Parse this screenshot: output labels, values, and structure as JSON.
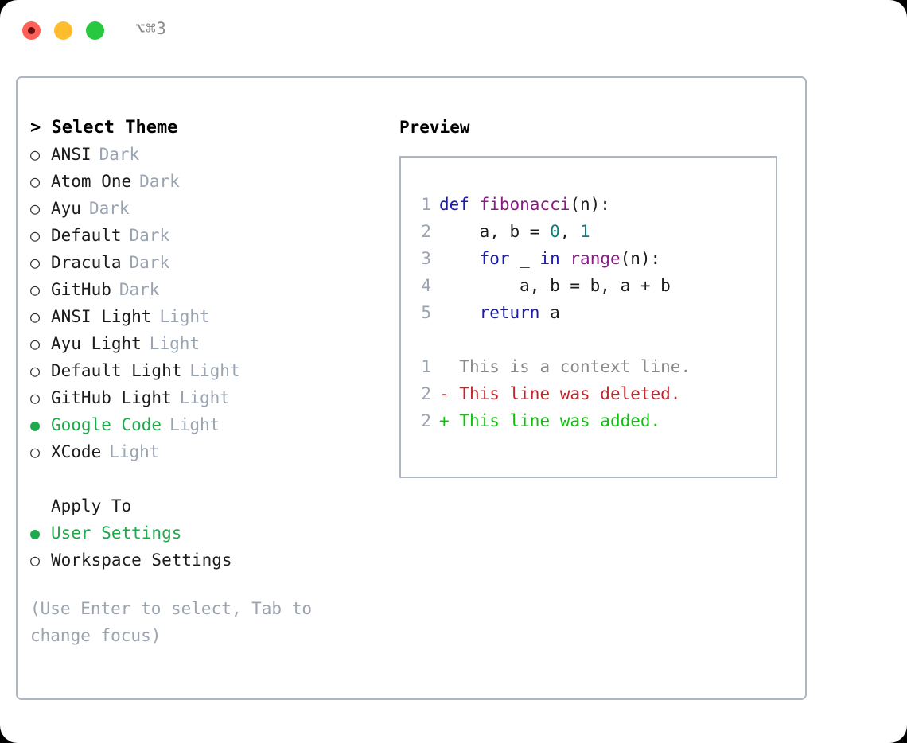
{
  "titlebar": {
    "shortcut": "⌥⌘3",
    "buttons": [
      "close",
      "minimize",
      "maximize"
    ]
  },
  "theme_picker": {
    "heading": "> Select Theme",
    "items": [
      {
        "marker": "○",
        "name": "ANSI",
        "tag": "Dark",
        "selected": false
      },
      {
        "marker": "○",
        "name": "Atom One",
        "tag": "Dark",
        "selected": false
      },
      {
        "marker": "○",
        "name": "Ayu",
        "tag": "Dark",
        "selected": false
      },
      {
        "marker": "○",
        "name": "Default",
        "tag": "Dark",
        "selected": false
      },
      {
        "marker": "○",
        "name": "Dracula",
        "tag": "Dark",
        "selected": false
      },
      {
        "marker": "○",
        "name": "GitHub",
        "tag": "Dark",
        "selected": false
      },
      {
        "marker": "○",
        "name": "ANSI Light",
        "tag": "Light",
        "selected": false
      },
      {
        "marker": "○",
        "name": "Ayu Light",
        "tag": "Light",
        "selected": false
      },
      {
        "marker": "○",
        "name": "Default Light",
        "tag": "Light",
        "selected": false
      },
      {
        "marker": "○",
        "name": "GitHub Light",
        "tag": "Light",
        "selected": false
      },
      {
        "marker": "●",
        "name": "Google Code",
        "tag": "Light",
        "selected": true
      },
      {
        "marker": "○",
        "name": "XCode",
        "tag": "Light",
        "selected": false
      }
    ]
  },
  "apply_to": {
    "heading": "Apply To",
    "items": [
      {
        "marker": "●",
        "name": "User Settings",
        "selected": true
      },
      {
        "marker": "○",
        "name": "Workspace Settings",
        "selected": false
      }
    ]
  },
  "hint": "(Use Enter to select, Tab to change focus)",
  "preview": {
    "title": "Preview",
    "code_lines": [
      {
        "num": "1",
        "tokens": [
          {
            "t": "def ",
            "c": "k"
          },
          {
            "t": "fibonacci",
            "c": "fn"
          },
          {
            "t": "(n):",
            "c": "p"
          }
        ]
      },
      {
        "num": "2",
        "tokens": [
          {
            "t": "    a, b = ",
            "c": "p"
          },
          {
            "t": "0",
            "c": "n"
          },
          {
            "t": ", ",
            "c": "p"
          },
          {
            "t": "1",
            "c": "n"
          }
        ]
      },
      {
        "num": "3",
        "tokens": [
          {
            "t": "    ",
            "c": "p"
          },
          {
            "t": "for",
            "c": "k"
          },
          {
            "t": " _ ",
            "c": "p"
          },
          {
            "t": "in",
            "c": "k"
          },
          {
            "t": " ",
            "c": "p"
          },
          {
            "t": "range",
            "c": "fn"
          },
          {
            "t": "(n):",
            "c": "p"
          }
        ]
      },
      {
        "num": "4",
        "tokens": [
          {
            "t": "        a, b = b, a + b",
            "c": "p"
          }
        ]
      },
      {
        "num": "5",
        "tokens": [
          {
            "t": "    ",
            "c": "p"
          },
          {
            "t": "return",
            "c": "k"
          },
          {
            "t": " a",
            "c": "p"
          }
        ]
      }
    ],
    "diff_lines": [
      {
        "num": "1",
        "marker": " ",
        "text": " This is a context line.",
        "kind": "diff-ctx"
      },
      {
        "num": "2",
        "marker": "-",
        "text": " This line was deleted.",
        "kind": "diff-del"
      },
      {
        "num": "2",
        "marker": "+",
        "text": " This line was added.",
        "kind": "diff-add"
      }
    ]
  },
  "colors": {
    "selected_green": "#1fa84c",
    "tag_gray": "#9aa3b0",
    "border": "#aeb6c2",
    "keyword": "#1b1bb3",
    "function": "#8b1a89",
    "number": "#0e7c7b",
    "diff_added": "#11bf11",
    "diff_deleted": "#c0262a"
  }
}
